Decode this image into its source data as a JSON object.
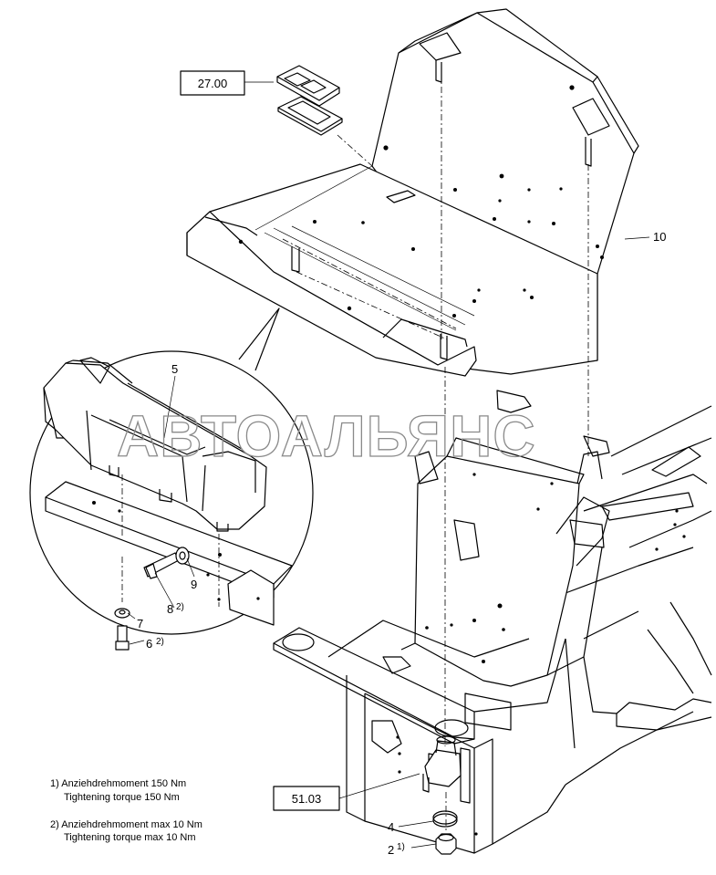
{
  "watermark": "АВТОАЛЬЯНС",
  "refs": {
    "r1": "27.00",
    "r2": "51.03"
  },
  "parts": {
    "p10": "10",
    "p5": "5",
    "p9": "9",
    "p8": "8",
    "p7": "7",
    "p6": "6",
    "p4": "4",
    "p2": "2"
  },
  "footnote_marks": {
    "m8": "2)",
    "m6": "2)",
    "m2": "1)"
  },
  "notes": {
    "n1_de": "1) Anziehdrehmoment 150 Nm",
    "n1_en": "Tightening torque 150 Nm",
    "n2_de": "2)  Anziehdrehmoment max 10 Nm",
    "n2_en": "Tightening torque max 10 Nm"
  }
}
